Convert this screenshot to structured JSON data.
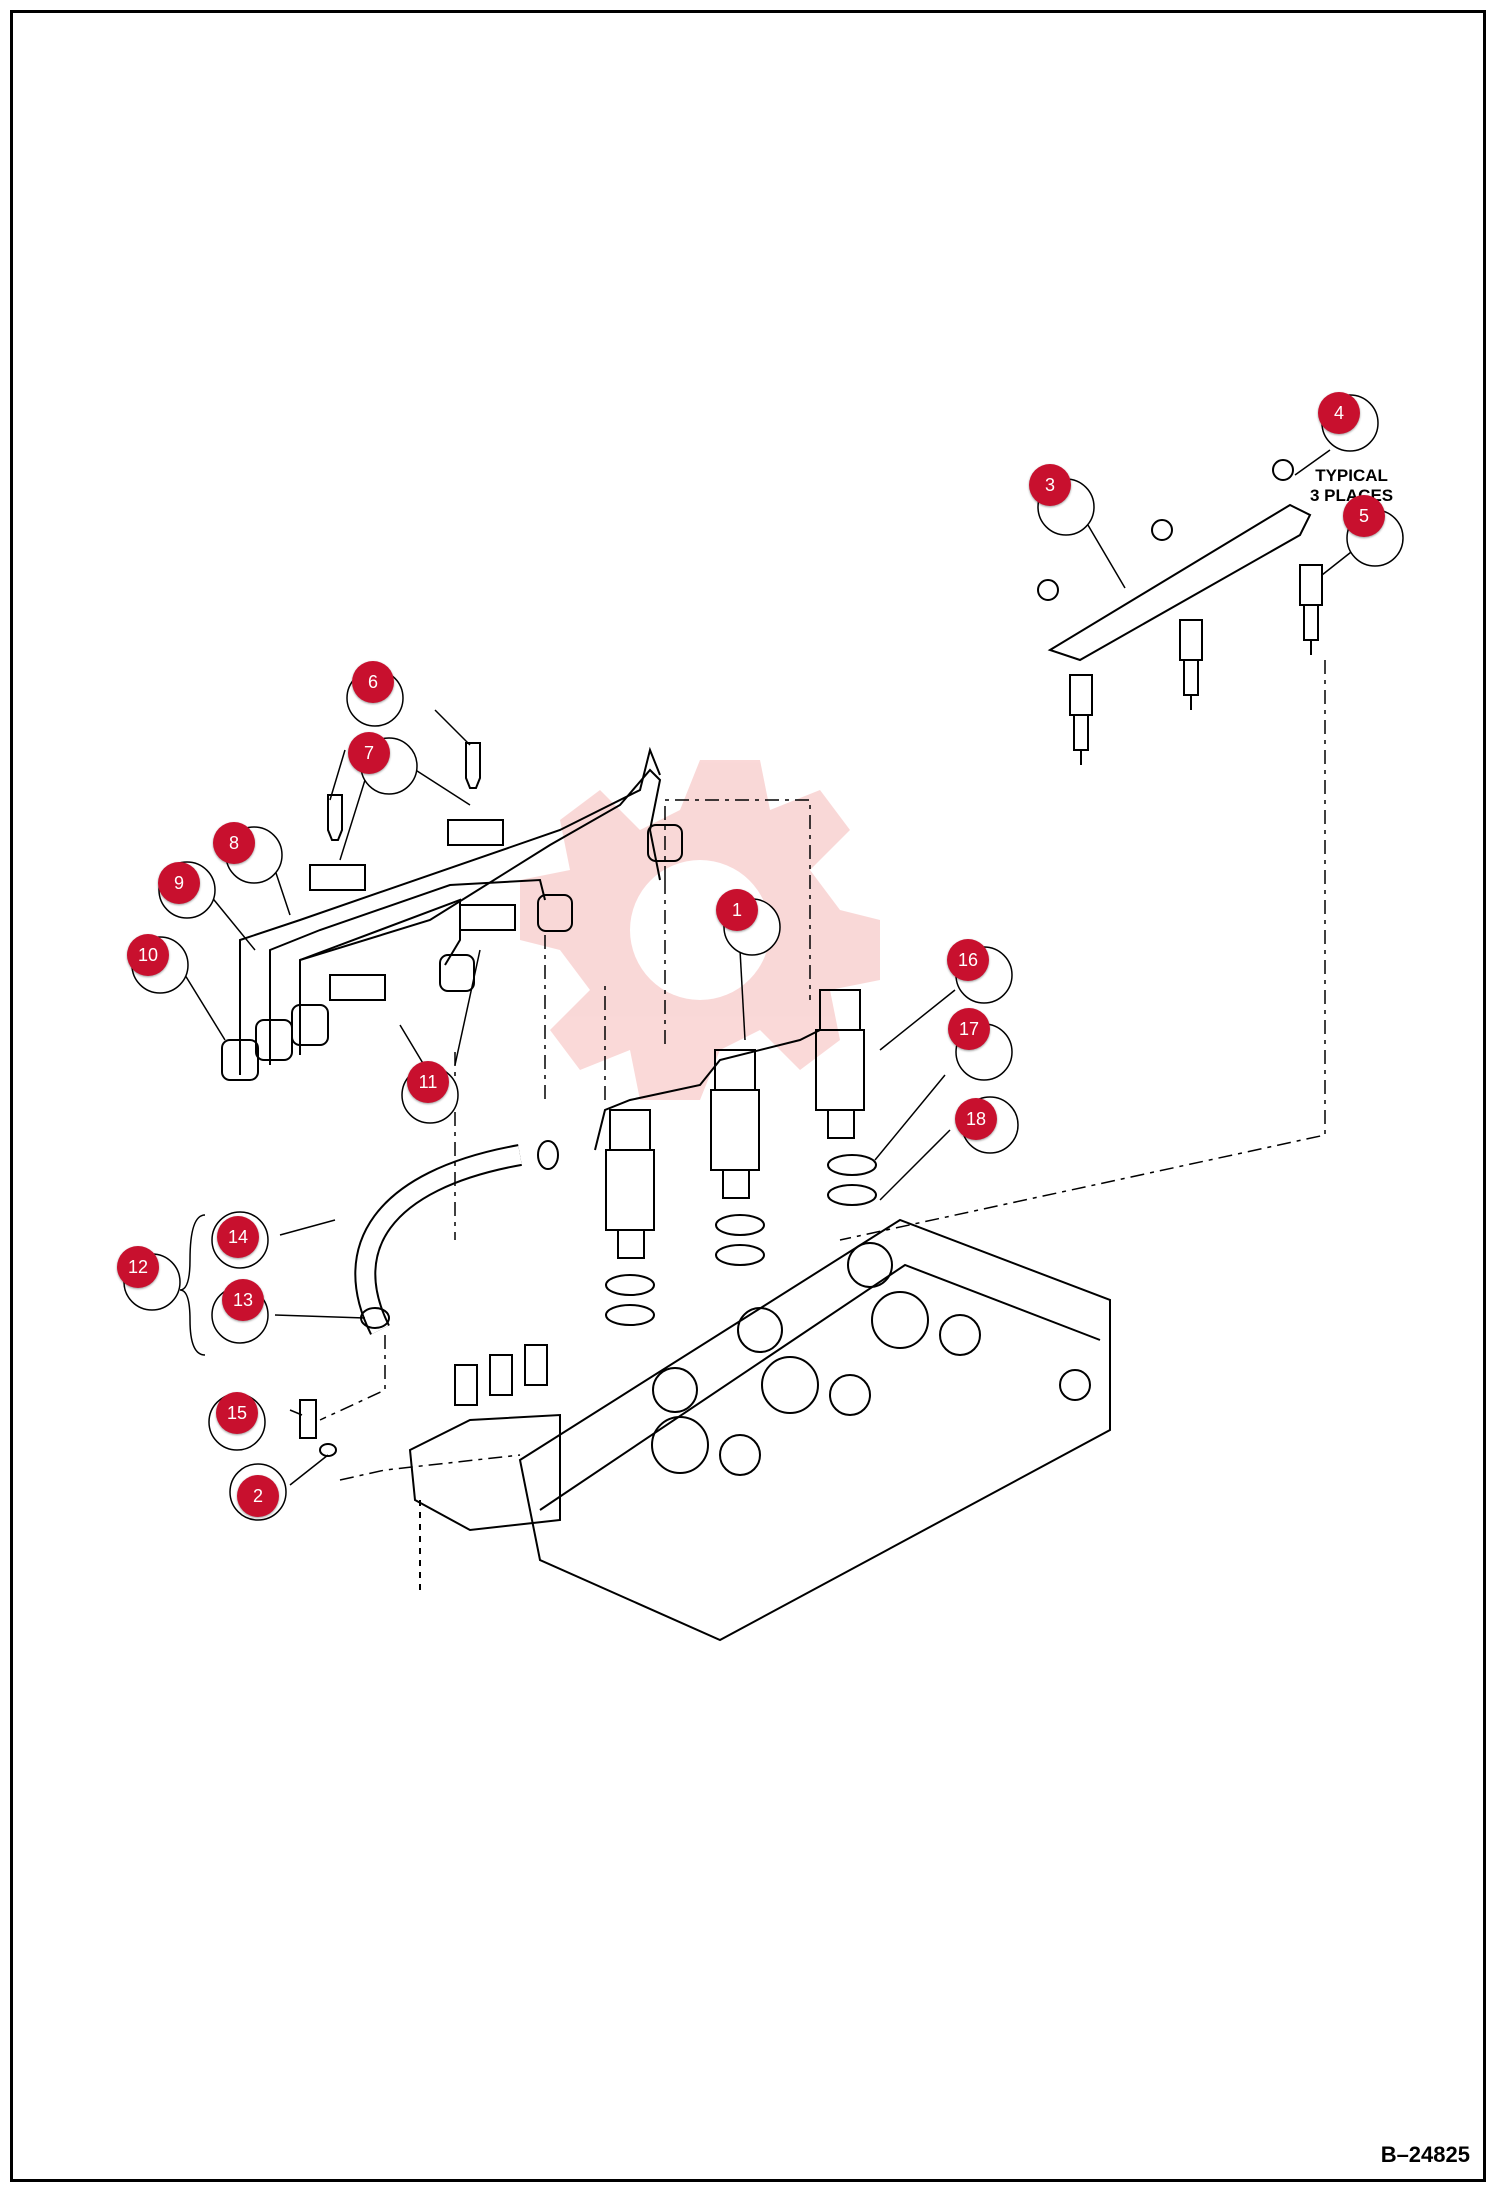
{
  "drawing_number": "B–24825",
  "typical_note": [
    "TYPICAL",
    "3 PLACES"
  ],
  "callouts": [
    {
      "id": "1",
      "label": "1"
    },
    {
      "id": "2",
      "label": "2"
    },
    {
      "id": "3",
      "label": "3"
    },
    {
      "id": "4",
      "label": "4"
    },
    {
      "id": "5",
      "label": "5"
    },
    {
      "id": "6",
      "label": "6"
    },
    {
      "id": "7",
      "label": "7"
    },
    {
      "id": "8",
      "label": "8"
    },
    {
      "id": "9",
      "label": "9"
    },
    {
      "id": "10",
      "label": "10"
    },
    {
      "id": "11",
      "label": "11"
    },
    {
      "id": "12",
      "label": "12"
    },
    {
      "id": "13",
      "label": "13"
    },
    {
      "id": "14",
      "label": "14"
    },
    {
      "id": "15",
      "label": "15"
    },
    {
      "id": "16",
      "label": "16"
    },
    {
      "id": "17",
      "label": "17"
    },
    {
      "id": "18",
      "label": "18"
    }
  ],
  "colors": {
    "callout": "#c8102e",
    "line": "#000000",
    "watermark": "#f4a6a6"
  }
}
